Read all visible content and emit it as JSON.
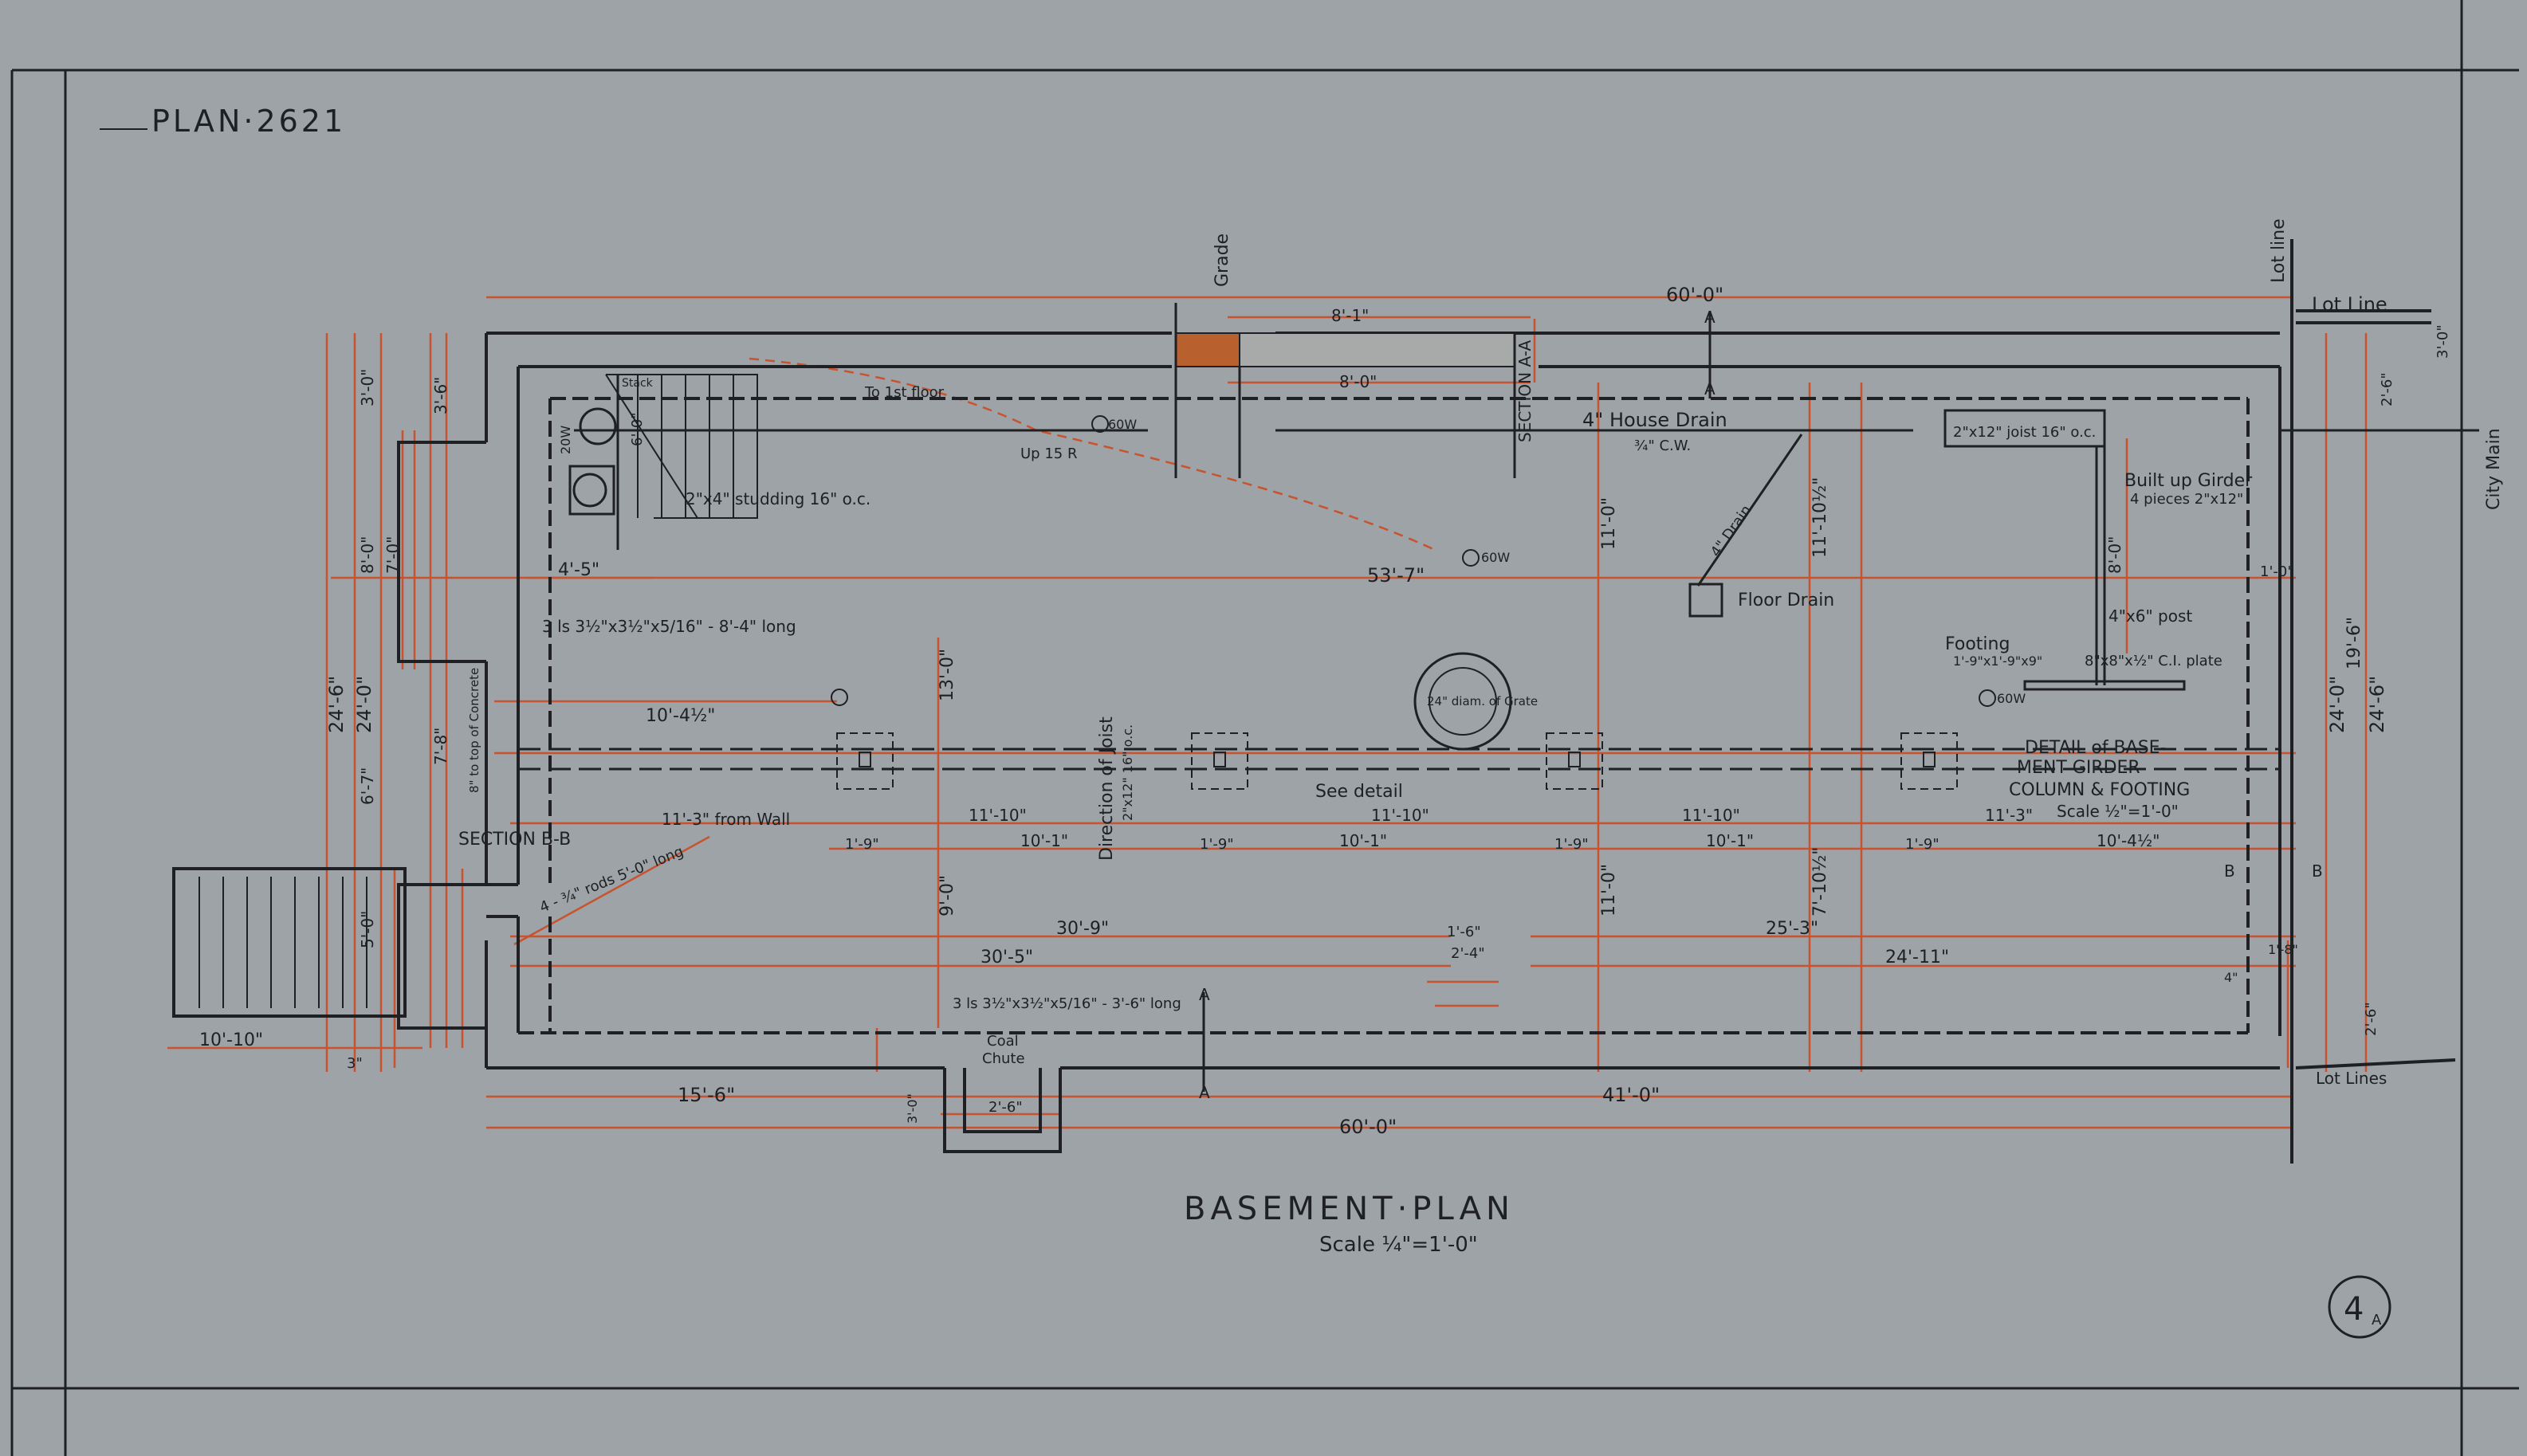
{
  "drawing": {
    "plan_number": "PLAN·2621",
    "title": "BASEMENT·PLAN",
    "scale": "Scale ¼\"=1'-0\"",
    "sheet_number": "4",
    "sheet_suffix": "A"
  },
  "colors": {
    "paper": "#9da3a6",
    "ink": "#1e2023",
    "dimension_red": "#c8532e"
  },
  "labels": {
    "lot_line_top": "Lot Line",
    "lot_line_vertical": "Lot line",
    "lot_lines_bottom": "Lot Lines",
    "city_main": "City Main",
    "grade": "Grade",
    "section_aa": "SECTION A-A",
    "section_bb": "SECTION B-B",
    "house_drain": "4\" House Drain",
    "cw": "¾\" C.W.",
    "joist": "2\"x12\" joist 16\" o.c.",
    "built_up_girder": "Built up Girder",
    "girder_pieces": "4 pieces 2\"x12\"",
    "floor_drain": "Floor Drain",
    "drain_4": "4\" Drain",
    "post": "4\"x6\" post",
    "footing": "Footing",
    "footing_size": "1'-9\"x1'-9\"x9\"",
    "ci_plate": "8\"x8\"x½\" C.I. plate",
    "detail_title_1": "DETAIL of BASE-",
    "detail_title_2": "MENT GIRDER",
    "detail_title_3": "COLUMN & FOOTING",
    "detail_scale": "Scale ½\"=1'-0\"",
    "see_detail": "See detail",
    "direction_of_joist": "Direction of Joist",
    "joist_size": "2\"x12\" 16\" o.c.",
    "diam_grate": "24\" diam. of Grate",
    "coal_chute_1": "Coal",
    "coal_chute_2": "Chute",
    "studding": "2\"x4\" studding 16\" o.c.",
    "to_first_floor": "To 1st floor",
    "up_15r": "Up 15 R",
    "rod_long": "3 ls 3½\"x3½\"x5/16\" - 8'-4\" long",
    "rod_short": "3 ls 3½\"x3½\"x5/16\" - 3'-6\" long",
    "rods": "4 - ¾\" rods 5'-0\" long",
    "from_wall": "11'-3\" from Wall",
    "to_top_of_concrete": "8\" to top of Concrete",
    "b_marker": "B",
    "a_marker": "A",
    "cw_marker": "C.W.",
    "hw_marker": "60W",
    "stack": "Stack",
    "tank": "20W"
  },
  "dimensions": {
    "overall_top": "60'-0\"",
    "overall_bottom": "60'-0\"",
    "d_8_1": "8'-1\"",
    "d_8_0": "8'-0\"",
    "d_53_7": "53'-7\"",
    "d_4_5": "4'-5\"",
    "d_10_4h": "10'-4½\"",
    "d_11_10_a": "11'-10\"",
    "d_11_10_b": "11'-10\"",
    "d_11_10_c": "11'-10\"",
    "d_10_1_a": "10'-1\"",
    "d_10_1_b": "10'-1\"",
    "d_10_1_c": "10'-1\"",
    "d_10_4h_b": "10'-4½\"",
    "d_11_3": "11'-3\"",
    "d_1_9_a": "1'-9\"",
    "d_1_9_b": "1'-9\"",
    "d_1_9_c": "1'-9\"",
    "d_1_9_d": "1'-9\"",
    "d_30_9": "30'-9\"",
    "d_30_5": "30'-5\"",
    "d_25_3": "25'-3\"",
    "d_24_11": "24'-11\"",
    "d_15_6": "15'-6\"",
    "d_41_0": "41'-0\"",
    "d_10_10": "10'-10\"",
    "d_2_6": "2'-6\"",
    "d_1_6": "1'-6\"",
    "d_2_4": "2'-4\"",
    "d_13_0": "13'-0\"",
    "d_9_0": "9'-0\"",
    "d_11_0_a": "11'-0\"",
    "d_11_10h": "11'-10½\"",
    "d_11_0_b": "11'-0\"",
    "d_7_10h": "7'-10½\"",
    "d_8_0v": "8'-0\"",
    "d_1_0": "1'-0\"",
    "d_24_6_l": "24'-6\"",
    "d_24_0_l": "24'-0\"",
    "d_24_0_r": "24'-0\"",
    "d_24_6_r": "24'-6\"",
    "d_19_6": "19'-6\"",
    "d_3_0": "3'-0\"",
    "d_3_6": "3'-6\"",
    "d_8_0_l": "8'-0\"",
    "d_7_0": "7'-0\"",
    "d_6_7": "6'-7\"",
    "d_7_8": "7'-8\"",
    "d_5_0": "5'-0\"",
    "d_6_0": "6'-0\"",
    "d_2_6_r": "2'-6\"",
    "d_3_0_r": "3'-0\"",
    "d_1_8": "1'-8\"",
    "d_4": "4\"",
    "d_3": "3\"",
    "d_2_6_c": "2'-6\"",
    "d_3_0_c": "3'-0\""
  }
}
